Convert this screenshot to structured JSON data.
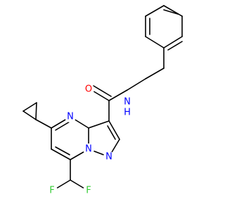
{
  "colors": {
    "background": "#ffffff",
    "bond": "#000000",
    "nitrogen": "#0000ff",
    "oxygen": "#ff0000",
    "fluorine": "#33cc33"
  },
  "atom_labels": {
    "oxygen_carbonyl": "O",
    "nitrogen_amide": "N",
    "hydrogen_amide": "H",
    "nitrogen_ring_top": "N",
    "nitrogen_bridge": "N",
    "nitrogen_pyrazole": "N",
    "fluorine_left": "F",
    "fluorine_right": "F"
  }
}
